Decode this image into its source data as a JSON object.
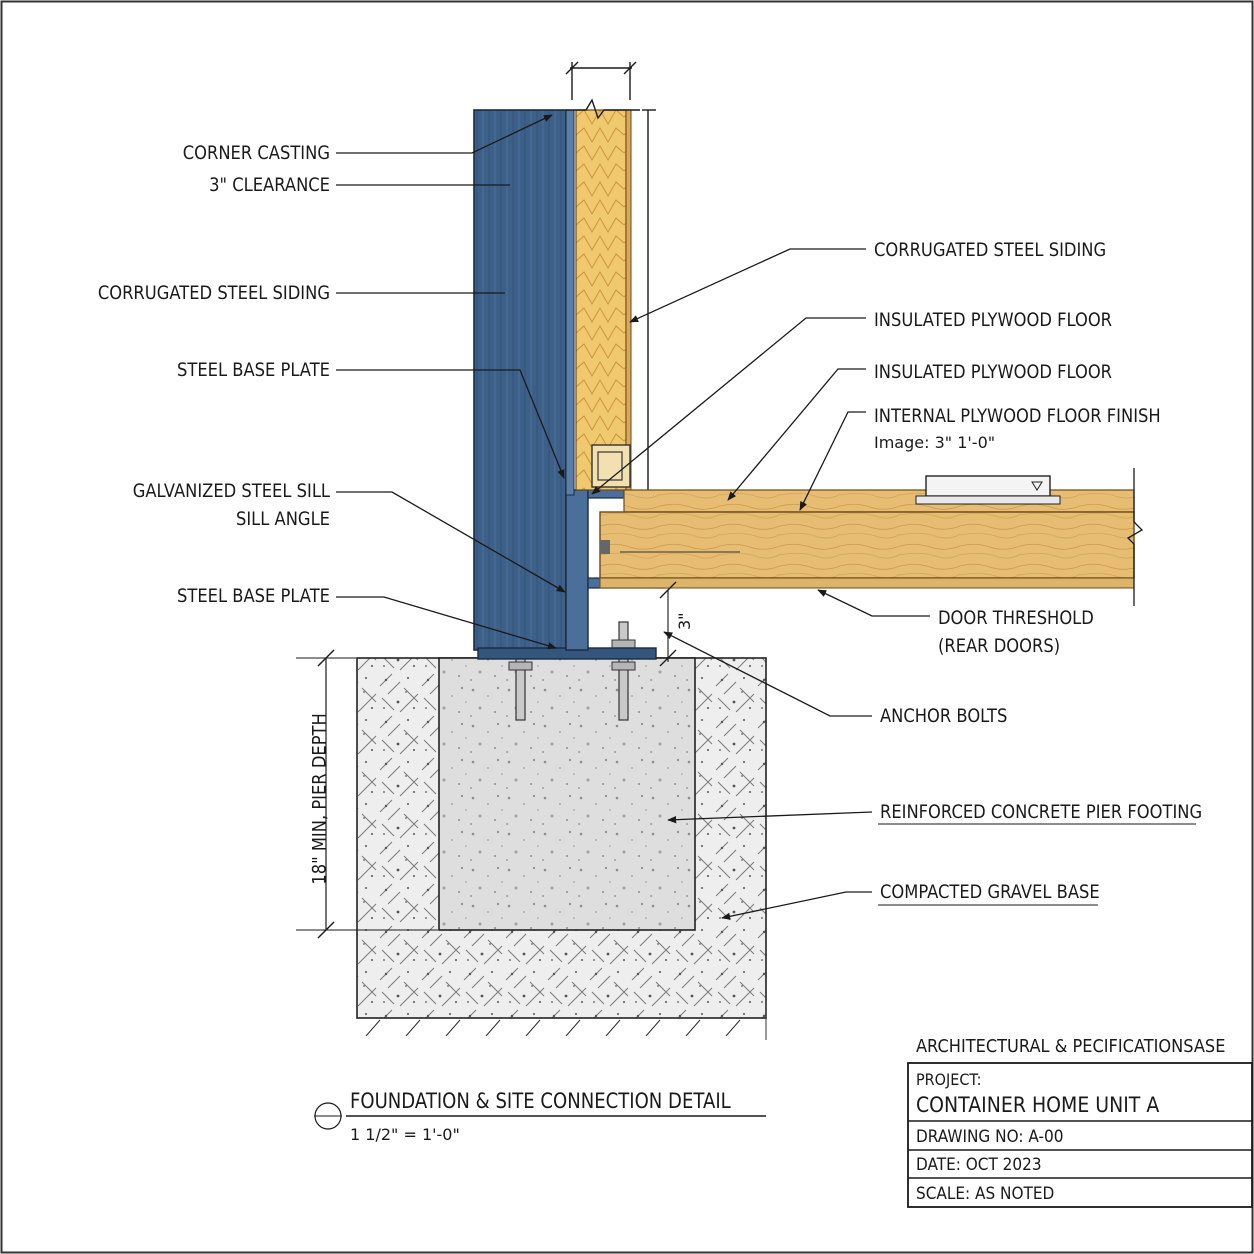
{
  "labels_left": {
    "corner_casting": "CORNER CASTING",
    "clearance": "3\" CLEARANCE",
    "corrugated_siding": "CORRUGATED STEEL SIDING",
    "steel_base_plate_1": "STEEL BASE PLATE",
    "galvanized_sill": "GALVANIZED STEEL SILL",
    "sill_angle": "SILL ANGLE",
    "steel_base_plate_2": "STEEL BASE PLATE"
  },
  "labels_right": {
    "corrugated_siding": "CORRUGATED STEEL SIDING",
    "insulated_floor_1": "INSULATED PLYWOOD FLOOR",
    "insulated_floor_2": "INSULATED PLYWOOD FLOOR",
    "internal_finish": "INTERNAL PLYWOOD FLOOR FINISH",
    "internal_finish_note": "Image: 3\" 1'-0\"",
    "door_threshold": "DOOR THRESHOLD",
    "rear_doors": "(REAR DOORS)",
    "anchor_bolts": "ANCHOR BOLTS",
    "pier_footing": "REINFORCED CONCRETE PIER FOOTING",
    "gravel_base": "COMPACTED GRAVEL BASE"
  },
  "dimensions": {
    "pier_depth": "18\" MIN, PIER DEPTH",
    "gap": "3\""
  },
  "detail_title": {
    "title": "FOUNDATION & SITE CONNECTION DETAIL",
    "scale": "1 1/2\" = 1'-0\""
  },
  "title_block": {
    "header": "ARCHITECTURAL & PECIFICATIONSASE",
    "project_label": "PROJECT:",
    "project_name": "CONTAINER HOME UNIT A",
    "drawing_no": "DRAWING NO: A-00",
    "date": "DATE: OCT 2023",
    "scale": "SCALE: AS NOTED"
  },
  "colors": {
    "steel": "#3c5f89",
    "wood": "#e9c27a",
    "concrete": "#dcdcdc",
    "gravel": "#eeeeee"
  }
}
